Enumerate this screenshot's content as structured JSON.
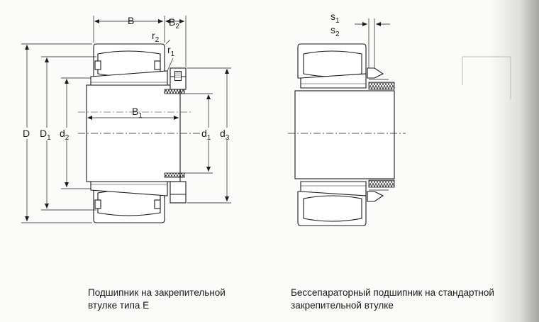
{
  "figure_left": {
    "labels": {
      "B": "B",
      "B2_main": "B",
      "B2_sub": "2",
      "r2_main": "r",
      "r2_sub": "2",
      "r1_main": "r",
      "r1_sub": "1",
      "D": "D",
      "D1_main": "D",
      "D1_sub": "1",
      "d2_main": "d",
      "d2_sub": "2",
      "B1_main": "B",
      "B1_sub": "1",
      "d1_main": "d",
      "d1_sub": "1",
      "d3_main": "d",
      "d3_sub": "3"
    },
    "caption_line1": "Подшипник на закрепительной",
    "caption_line2": "втулке типа E"
  },
  "figure_right": {
    "labels": {
      "s1_main": "s",
      "s1_sub": "1",
      "s2_main": "s",
      "s2_sub": "2"
    },
    "caption_line1": "Бессепараторный подшипник на стандартной",
    "caption_line2": "закрепительной втулке"
  },
  "colors": {
    "ink": "#1a1a1a",
    "fill": "#ffffff",
    "shade": "#d9d9d6"
  }
}
